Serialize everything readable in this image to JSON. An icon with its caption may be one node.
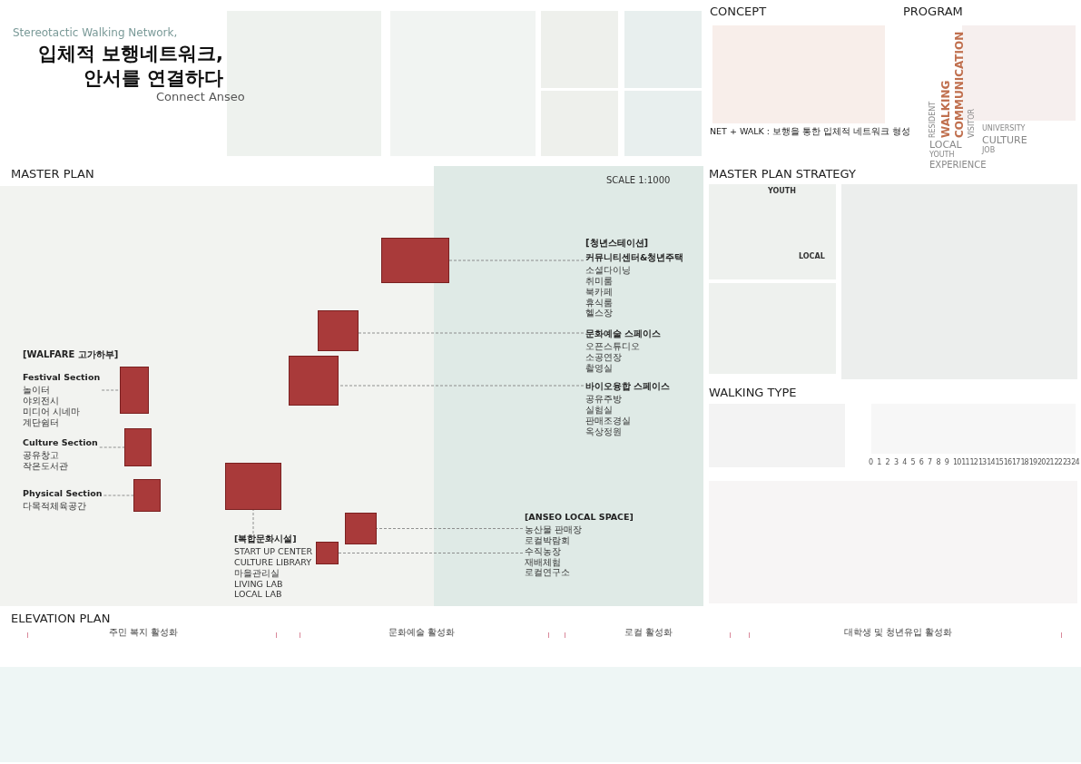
{
  "diagram": {
    "title": "입체적 보행네트워크, 안서를 연결하다",
    "nodes": [
      {
        "text": [
          "Festival Section",
          "놀이터",
          "야외전시",
          "미디어 시네마",
          "계단쉼터"
        ]
      },
      {
        "text": [],
        "shape": "box"
      },
      {
        "text": [
          "Culture Section",
          "공유창고",
          "작은도서관"
        ]
      },
      {
        "text": [],
        "shape": "box"
      },
      {
        "text": [
          "Physical Section",
          "다목적체육공간"
        ]
      },
      {
        "text": [],
        "shape": "box"
      },
      {
        "text": [
          "커뮤니티센터&청년주택",
          "소셜다이닝",
          "취미룸",
          "북카페",
          "휴식룸",
          "헬스장"
        ]
      },
      {
        "text": [],
        "shape": "box"
      },
      {
        "text": [
          "문화예술 스페이스",
          "오픈스튜디오",
          "소공연장",
          "촬영실"
        ]
      },
      {
        "text": [],
        "shape": "box"
      },
      {
        "text": [
          "바이오융합 스페이스",
          "공유주방",
          "실험실",
          "판매조경실",
          "옥상정원"
        ]
      },
      {
        "text": [],
        "shape": "box"
      },
      {
        "text": [
          "[복합문화시설]",
          "START UP CENTER",
          "CULTURE LIBRARY",
          "마을관리실",
          "LIVING LAB",
          "LOCAL LAB"
        ]
      },
      {
        "text": [],
        "shape": "box"
      },
      {
        "text": [
          "[ANSEO LOCAL SPACE]",
          "농산물 판매장",
          "로컬박람회",
          "수직농장",
          "재배체험",
          "로컬연구소"
        ]
      },
      {
        "text": [],
        "shape": "box"
      },
      {
        "text": [],
        "shape": "box"
      }
    ],
    "edges": [
      {
        "from": 0,
        "to": 1,
        "arrow": "none",
        "style": "dashed"
      },
      {
        "from": 2,
        "to": 3,
        "arrow": "none",
        "style": "dashed"
      },
      {
        "from": 4,
        "to": 5,
        "arrow": "none",
        "style": "dashed"
      },
      {
        "from": 6,
        "to": 7,
        "arrow": "none",
        "style": "dashed"
      },
      {
        "from": 8,
        "to": 9,
        "arrow": "none",
        "style": "dashed"
      },
      {
        "from": 10,
        "to": 11,
        "arrow": "none",
        "style": "dashed"
      },
      {
        "from": 12,
        "to": 13,
        "arrow": "none",
        "style": "dashed"
      },
      {
        "from": 14,
        "to": 15,
        "arrow": "none",
        "style": "dashed"
      },
      {
        "from": 14,
        "to": 16,
        "arrow": "none",
        "style": "dashed"
      }
    ],
    "labels": [
      "Stereotactic Walking Network,",
      "Connect Anseo",
      "CONCEPT",
      "PROGRAM",
      "NET + WALK : 보행을 통한 입체적 네트워크 형성",
      "RESIDENT",
      "WALKING",
      "COMMUNICATION",
      "VISITOR",
      "LOCAL",
      "UNIVERSITY",
      "CULTURE",
      "YOUTH",
      "JOB",
      "EXPERIENCE",
      "MASTER PLAN",
      "SCALE 1:1000",
      "MASTER PLAN STRATEGY",
      "YOUTH",
      "LOCAL",
      "[청년스테이션]",
      "[WALFARE 고가하부]",
      "WALKING TYPE",
      "0",
      "1",
      "2",
      "3",
      "4",
      "5",
      "6",
      "7",
      "8",
      "9",
      "10",
      "11",
      "12",
      "13",
      "14",
      "15",
      "16",
      "17",
      "18",
      "19",
      "20",
      "21",
      "22",
      "23",
      "24",
      "ELEVATION PLAN",
      "주민 복지 활성화",
      "문화예술 활성화",
      "로컬 활성화",
      "대학생 및 청년유입 활성화"
    ]
  }
}
